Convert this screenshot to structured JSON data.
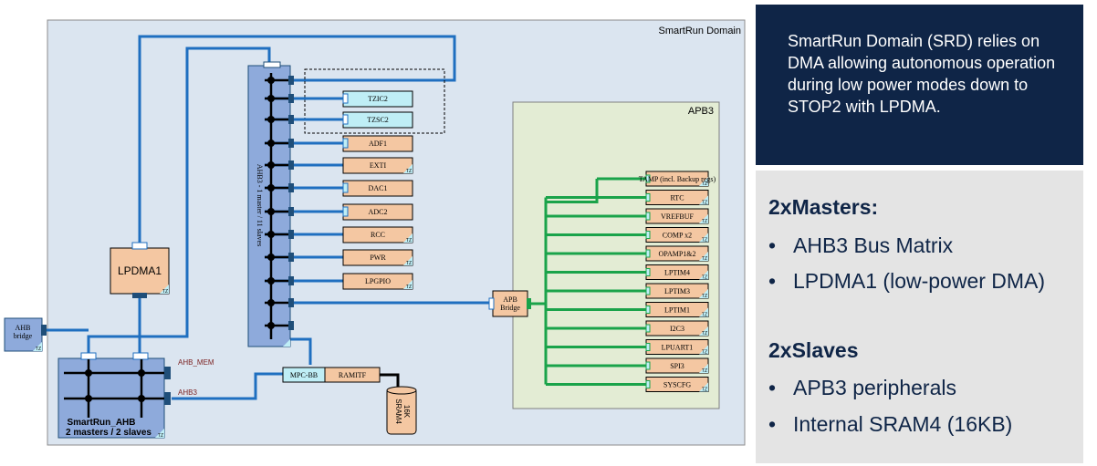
{
  "diagram": {
    "domain_label": "SmartRun Domain",
    "apb3_label": "APB3",
    "ahb3_matrix_label": "AHB3 - 1 master / 11 slaves",
    "ahb_bridge_label": [
      "AHB",
      "bridge"
    ],
    "lpdma_label": "LPDMA1",
    "smartrun_ahb_label": [
      "SmartRun_AHB",
      "2 masters / 2 slaves"
    ],
    "ahb_mem_label": "AHB_MEM",
    "ahb3_port_label": "AHB3",
    "mpc_label": "MPC-BB",
    "ramitf_label": "RAMITF",
    "sram_label": [
      "16K",
      "SRAM4"
    ],
    "apb_bridge_label": [
      "APB",
      "Bridge"
    ],
    "tz_label": "TZ",
    "ahb_slaves": [
      "TZIC2",
      "TZSC2",
      "ADF1",
      "EXTI",
      "DAC1",
      "ADC2",
      "RCC",
      "PWR",
      "LPGPIO"
    ],
    "apb_peripherals": [
      "TAMP (incl. Backup regs)",
      "RTC",
      "VREFBUF",
      "COMP x2",
      "OPAMP1&2",
      "LPTIM4",
      "LPTIM3",
      "LPTIM1",
      "I2C3",
      "LPUART1",
      "SPI3",
      "SYSCFG"
    ],
    "colors": {
      "bus": "#1f6fc0",
      "apb_bus": "#1aa34a",
      "domain_bg": "#dbe5f0",
      "apb_bg": "#e3ecd4",
      "peripheral": "#f4c7a2",
      "tz_peripheral": "#bfeef6",
      "matrix": "#8eaadb"
    }
  },
  "srd_description": "SmartRun Domain (SRD) relies on DMA allowing autonomous operation during low power modes down to STOP2 with LPDMA.",
  "masters": {
    "heading": "2xMasters:",
    "items": [
      "AHB3 Bus Matrix",
      "LPDMA1 (low-power DMA)"
    ]
  },
  "slaves": {
    "heading": "2xSlaves",
    "items": [
      "APB3 peripherals",
      "Internal SRAM4 (16KB)"
    ]
  }
}
